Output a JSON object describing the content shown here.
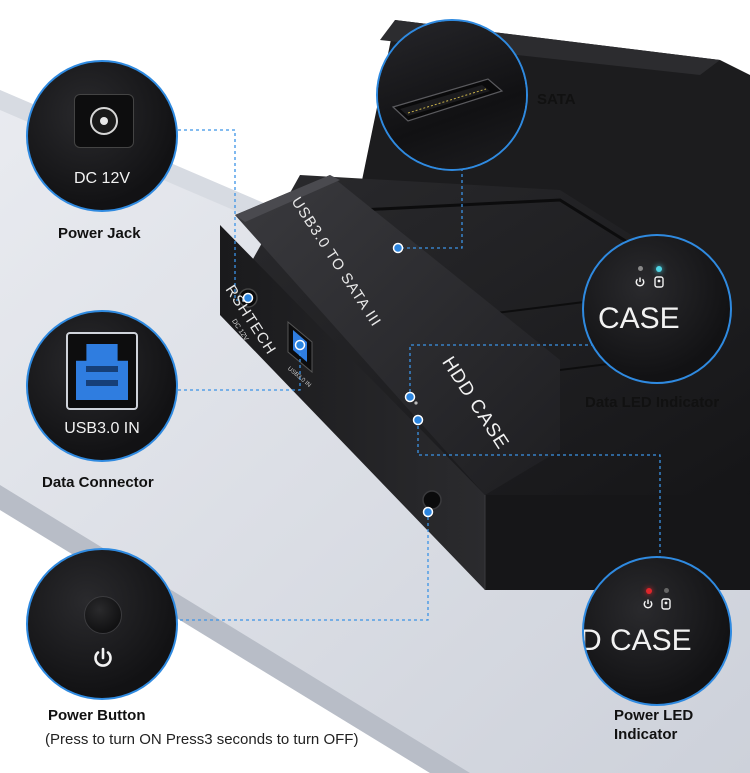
{
  "callouts": {
    "power_jack": {
      "caption": "DC 12V",
      "label": "Power Jack"
    },
    "data_connector": {
      "caption": "USB3.0 IN",
      "label": "Data Connector"
    },
    "power_button": {
      "label": "Power Button",
      "note": "(Press to turn ON Press3 seconds to turn OFF)"
    },
    "sata": {
      "label": "SATA"
    },
    "data_led": {
      "zoom_text": "CASE",
      "label": "Data LED Indicator"
    },
    "power_led": {
      "zoom_text": "D CASE",
      "label_line1": "Power LED",
      "label_line2": "Indicator"
    }
  },
  "device": {
    "brand": "RSHTECH",
    "model": "USB3.0 TO SATA III",
    "product": "HDD CASE",
    "port_dc": "DC 12V",
    "port_usb": "USB3.0 IN"
  },
  "colors": {
    "accent_line": "#3b93e6",
    "data_led": "#4fd6e6",
    "power_led": "#e0262b",
    "usb_blue": "#2f7de0"
  },
  "icons": [
    "power-icon",
    "hdd-icon"
  ]
}
